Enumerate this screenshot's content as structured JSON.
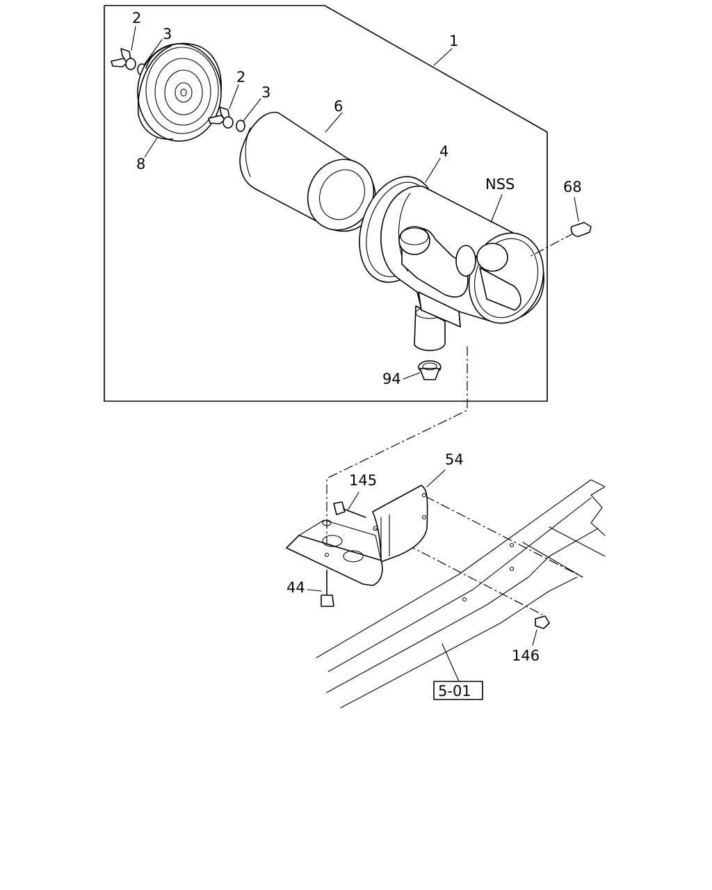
{
  "callouts": {
    "p1": "1",
    "p2a": "2",
    "p3a": "3",
    "p2b": "2",
    "p3b": "3",
    "p6": "6",
    "p8": "8",
    "p4": "4",
    "nss": "NSS",
    "p68": "68",
    "p94": "94",
    "p54": "54",
    "p145": "145",
    "p44": "44",
    "p146": "146"
  },
  "reference_box": "5-01"
}
